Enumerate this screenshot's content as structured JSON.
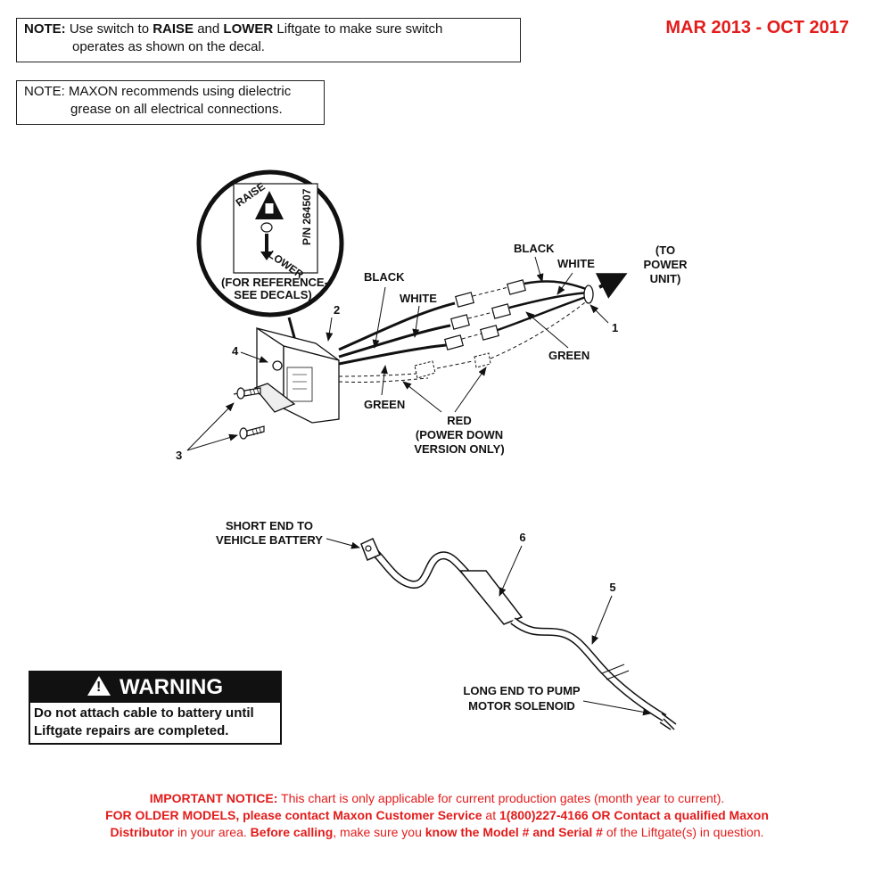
{
  "notes": {
    "note1": {
      "bold": "NOTE:",
      "t1": " Use switch to ",
      "raise": "RAISE",
      "t2": " and ",
      "lower": "LOWER",
      "t3": " Liftgate to make sure switch",
      "line2": "operates as shown on the decal."
    },
    "note2": {
      "line1": "NOTE: MAXON recommends using dielectric",
      "line2": "grease on all electrical connections."
    }
  },
  "date_range": "MAR 2013 - OCT 2017",
  "decal": {
    "raise": "RAISE",
    "lower": "LOWER",
    "pn": "P/N 264507",
    "caption1": "(FOR REFERENCE-",
    "caption2": "SEE DECALS)"
  },
  "labels": {
    "black_left": "BLACK",
    "white_left": "WHITE",
    "green_left": "GREEN",
    "black_right": "BLACK",
    "white_right": "WHITE",
    "green_right": "GREEN",
    "to_power1": "(TO",
    "to_power2": "POWER",
    "to_power3": "UNIT)",
    "red1": "RED",
    "red2": "(POWER DOWN",
    "red3": "VERSION ONLY)",
    "short_end1": "SHORT END TO",
    "short_end2": "VEHICLE BATTERY",
    "long_end1": "LONG END TO PUMP",
    "long_end2": "MOTOR SOLENOID"
  },
  "callouts": {
    "c1": "1",
    "c2": "2",
    "c3": "3",
    "c4": "4",
    "c5": "5",
    "c6": "6"
  },
  "warning": {
    "symbol": "!",
    "title": "WARNING",
    "line1": "Do not attach cable to battery until",
    "line2": "Liftgate repairs are completed."
  },
  "notice": {
    "b1": "IMPORTANT NOTICE:",
    "t1": " This chart is only applicable for current production gates (month year to current).",
    "b2": "FOR OLDER MODELS, please contact Maxon Customer Service",
    "t2": " at ",
    "b3": "1(800)227-4166 OR Contact a qualified Maxon",
    "b4": "Distributor",
    "t3": " in your area. ",
    "b5": "Before calling",
    "t4": ", make sure you ",
    "b6": "know the Model # and Serial #",
    "t5": " of the Liftgate(s) in question."
  },
  "colors": {
    "accent_red": "#e31b1b",
    "ink": "#111111"
  }
}
